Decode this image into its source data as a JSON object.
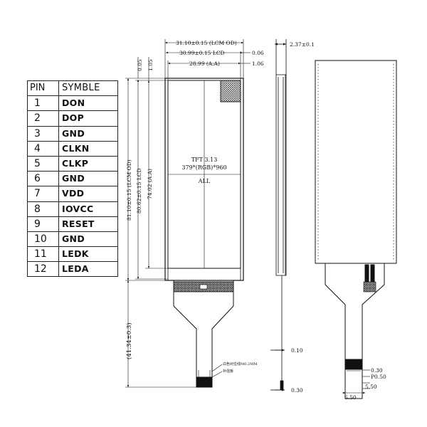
{
  "pin_table": {
    "header": {
      "pin": "PIN",
      "signal": "SYMBLE"
    },
    "rows": [
      {
        "pin": "1",
        "signal": "DON"
      },
      {
        "pin": "2",
        "signal": "DOP"
      },
      {
        "pin": "3",
        "signal": "GND"
      },
      {
        "pin": "4",
        "signal": "CLKN"
      },
      {
        "pin": "5",
        "signal": "CLKP"
      },
      {
        "pin": "6",
        "signal": "GND"
      },
      {
        "pin": "7",
        "signal": "VDD"
      },
      {
        "pin": "8",
        "signal": "IOVCC"
      },
      {
        "pin": "9",
        "signal": "RESET"
      },
      {
        "pin": "10",
        "signal": "GND"
      },
      {
        "pin": "11",
        "signal": "LEDK"
      },
      {
        "pin": "12",
        "signal": "LEDA"
      }
    ]
  },
  "front_view": {
    "width_lcm_od": "31.10±0.15 (LCM OD)",
    "width_lcd": "30.99±0.15 LCD",
    "width_aa": "28.99 (A.A)",
    "offset_top_1": "0.06",
    "offset_top_2": "1.06",
    "left_offset_1": "0.05",
    "left_offset_2": "1.05",
    "height_lcm_od": "81.10±0.15 (LCM OD)",
    "height_lcd": "80.62±0.15 LCD",
    "height_aa": "74.02 (A.A)",
    "fpc_length": "(41.34±0.3)",
    "lcd_line1": "TFT 3.13",
    "lcd_line2": "379*(RGB)*960",
    "lcd_line3": "ALL",
    "note_1": "白色对位线M0.2MM",
    "note_2": "补强板"
  },
  "side_view": {
    "thickness": "2.37±0.1",
    "fpc_thickness": "0.10",
    "stiffener_thickness": "0.30"
  },
  "back_view": {
    "pitch_width": "0.30",
    "pitch": "P0.50",
    "pad_span": "5.50",
    "connector_width": "6.50"
  }
}
